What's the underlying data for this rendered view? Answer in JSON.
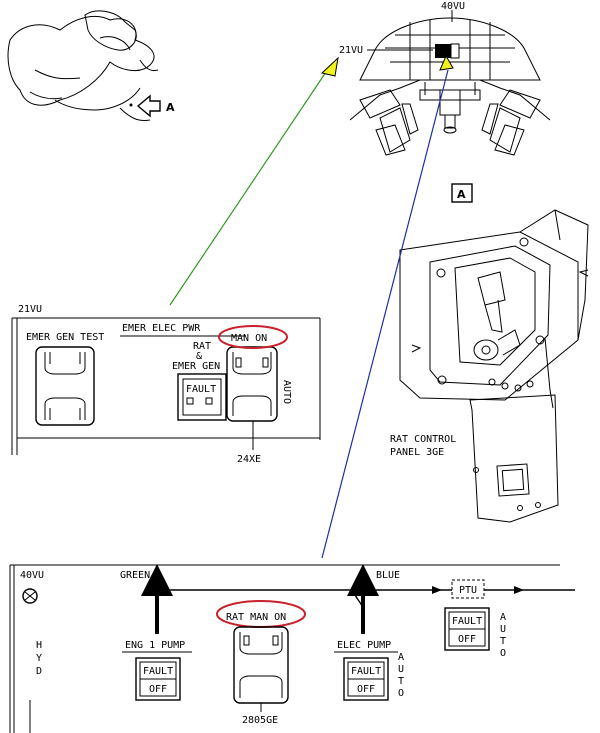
{
  "cockpit": {
    "panel_40vu": "40VU",
    "panel_21vu": "21VU",
    "view_arrow": "A"
  },
  "detail_a": {
    "marker": "A",
    "caption_line1": "RAT CONTROL",
    "caption_line2": "PANEL 3GE"
  },
  "panel21": {
    "id": "21VU",
    "title": "EMER ELEC PWR",
    "emer_gen_test": "EMER GEN TEST",
    "rat_line1": "RAT",
    "rat_line2": "&",
    "rat_line3": "EMER GEN",
    "man_on": "MAN ON",
    "fault": "FAULT",
    "auto": "AUTO",
    "ref": "24XE"
  },
  "panel40": {
    "id": "40VU",
    "hyd": "HYD",
    "green": "GREEN",
    "blue": "BLUE",
    "ptu": "PTU",
    "eng1_pump": "ENG 1 PUMP",
    "rat_man_on": "RAT MAN ON",
    "elec_pump": "ELEC PUMP",
    "fault": "FAULT",
    "off": "OFF",
    "auto": "AUTO",
    "ref": "2805GE"
  },
  "colors": {
    "highlight": "#c8202a",
    "leader_green": "#2e9a1e",
    "leader_blue": "#1c2fa6",
    "pointer_yellow": "#f2f21e"
  }
}
